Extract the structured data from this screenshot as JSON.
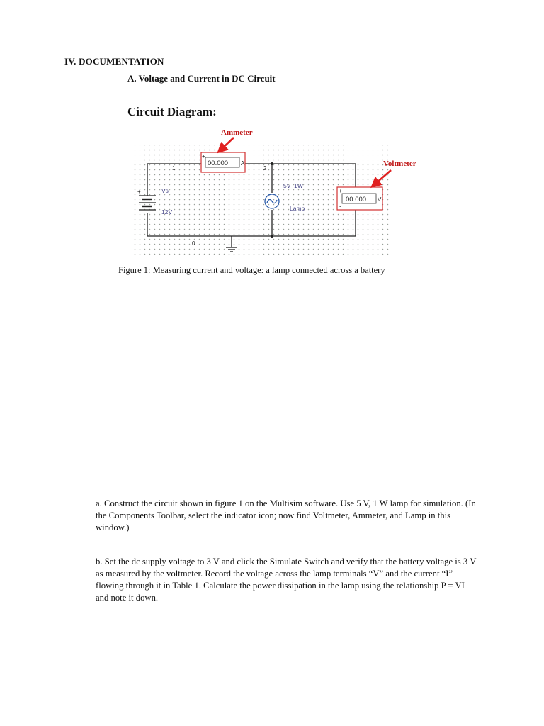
{
  "section": {
    "heading": "IV. DOCUMENTATION",
    "subheading": "A.  Voltage and Current in DC Circuit"
  },
  "diagram": {
    "title": "Circuit Diagram:",
    "callouts": {
      "ammeter": "Ammeter",
      "voltmeter": "Voltmeter"
    },
    "ammeter_reading": "00.000",
    "ammeter_unit": "A",
    "voltmeter_reading": "00.000",
    "voltmeter_unit": "V",
    "node_labels": {
      "n1": "1",
      "n2": "2",
      "n0": "0"
    },
    "source_name": "Vs",
    "source_value": "12V",
    "lamp_rating": "5V_1W",
    "lamp_name": "Lamp",
    "plus_sign": "+",
    "minus_sign": "-",
    "arrow_color": "#e02020",
    "wire_color": "#222222",
    "label_color": "#4a4a8a"
  },
  "figure": {
    "caption": "Figure 1: Measuring current and voltage: a lamp connected across a battery"
  },
  "instructions": {
    "a": "a. Construct the circuit shown in figure 1 on the Multisim software. Use 5 V, 1 W lamp for simulation. (In the Components Toolbar, select the indicator icon; now find Voltmeter, Ammeter, and Lamp in this window.)",
    "b": "b. Set the dc supply voltage to 3 V and click the Simulate Switch and verify that the battery voltage is 3 V as measured by the voltmeter. Record the voltage across the lamp terminals “V” and the current “I” flowing through it in Table 1. Calculate the power dissipation in the lamp using the relationship P = VI and note it down."
  }
}
